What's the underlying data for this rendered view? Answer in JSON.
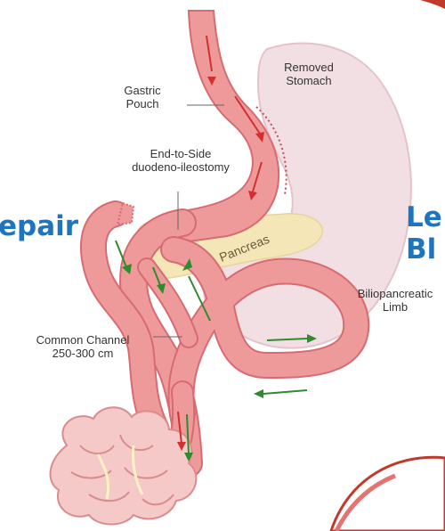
{
  "labels": {
    "removed_stomach": [
      "Removed",
      "Stomach"
    ],
    "gastric_pouch": [
      "Gastric",
      "Pouch"
    ],
    "end_to_side": [
      "End-to-Side",
      "duodeno-ileostomy"
    ],
    "pancreas": "Pancreas",
    "biliopancreatic_limb": [
      "Biliopancreatic",
      "Limb"
    ],
    "common_channel": [
      "Common Channel",
      "250-300 cm"
    ]
  },
  "cropped_text": {
    "left": "epair",
    "right_line1": "Le",
    "right_line2": "Bl"
  },
  "colors": {
    "bowel": "#ef9a9a",
    "bowel_edge": "#d86a72",
    "stomach_removed": "#f2dfe3",
    "stomach_edge": "#e4c3ca",
    "pancreas": "#f5e6b8",
    "arrow_red": "#d32f2f",
    "arrow_green": "#2e8b2e",
    "title_blue": "#1f74c0"
  }
}
